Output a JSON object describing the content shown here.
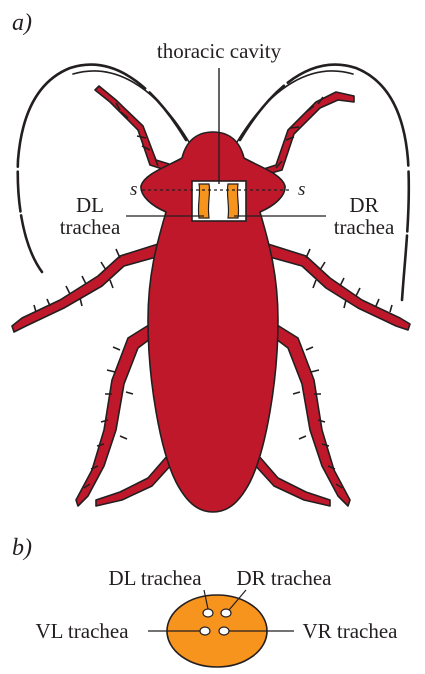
{
  "panel_a": {
    "label": "a)",
    "callouts": {
      "thoracic_cavity": "thoracic cavity",
      "dl_line1": "DL",
      "dl_line2": "trachea",
      "dr_line1": "DR",
      "dr_line2": "trachea"
    },
    "section_marks": {
      "left": "s",
      "right": "s"
    }
  },
  "panel_b": {
    "label": "b)",
    "callouts": {
      "dl": "DL trachea",
      "dr": "DR trachea",
      "vl": "VL trachea",
      "vr": "VR trachea"
    }
  },
  "colors": {
    "body": "#c0182b",
    "outline": "#231f20",
    "trachea": "#f7941d",
    "background": "#ffffff"
  }
}
